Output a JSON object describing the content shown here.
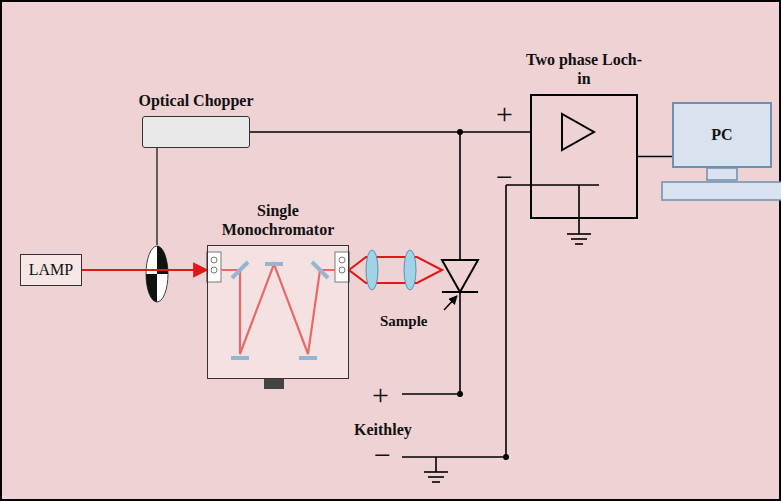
{
  "diagram": {
    "nodes": [
      {
        "text": [
          "Optical Chopper"
        ]
      },
      {
        "text": [
          "LAMP"
        ]
      },
      {
        "text": [
          "Single Monochromator"
        ]
      },
      {
        "text": [
          "Two phase Loch-in"
        ]
      },
      {
        "text": [
          "PC"
        ]
      }
    ],
    "edges": [
      {
        "from": 0,
        "to": 3,
        "arrow": "none"
      },
      {
        "from": 1,
        "to": 2,
        "arrow": "to"
      },
      {
        "from": 3,
        "to": 4,
        "arrow": "none"
      }
    ],
    "labels": [
      "+",
      "−",
      "Sample",
      "+",
      "Keithley",
      "−"
    ]
  }
}
